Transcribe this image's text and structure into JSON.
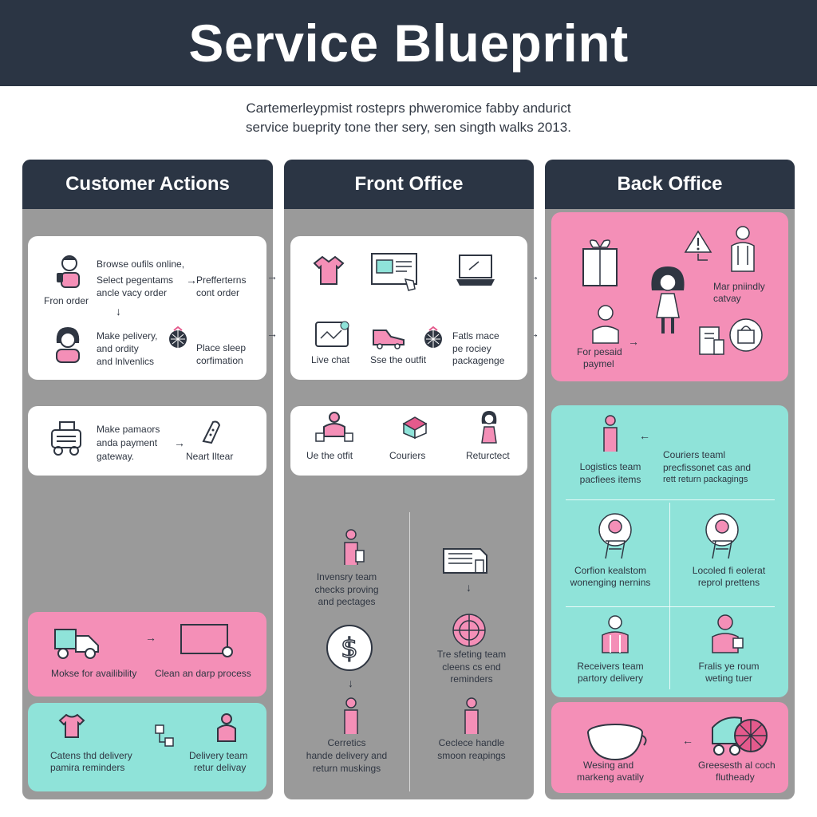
{
  "header": {
    "title": "Service Blueprint"
  },
  "subtitle": {
    "line1": "Cartemerleypmist rosteprs phweromice fabby andurict",
    "line2": "service bueprity tone ther sery, sen singth walks 2013."
  },
  "lanes": [
    {
      "title": "Customer Actions"
    },
    {
      "title": "Front Office"
    },
    {
      "title": "Back Office"
    }
  ],
  "customer": {
    "card1": {
      "browse": "Browse oufils online,",
      "select": "Select pegentams",
      "vacy": "ancle vacy order",
      "prefer": "Prefferterns",
      "cont": "cont order",
      "fron": "Fron order",
      "delivery1": "Make pelivery,",
      "delivery2": "and ordity",
      "delivery3": "and lnlvenlics",
      "place1": "Place sleep",
      "place2": "corfimation"
    },
    "card2": {
      "pay1": "Make pamaors",
      "pay2": "anda payment",
      "pay3": "gateway.",
      "neart": "Neart Iltear"
    },
    "card3": {
      "avail": "Mokse for availibility",
      "clean": "Clean an darp process"
    },
    "card4": {
      "caten1": "Catens thd delivery",
      "caten2": "pamira reminders",
      "deliv1": "Delivery team",
      "deliv2": "retur delivay"
    }
  },
  "front": {
    "card1": {
      "live": "Live chat",
      "see": "Sse the outfit",
      "fatls1": "Fatls mace",
      "fatls2": "pe rociey",
      "fatls3": "packagenge"
    },
    "card2": {
      "ue": "Ue the otfit",
      "couriers": "Couriers",
      "return": "Returctect"
    },
    "lower": {
      "inv1": "Invensry team",
      "inv2": "checks proving",
      "inv3": "and pectages",
      "cer1": "Cerretics",
      "cer2": "hande delivery and",
      "cer3": "return muskings",
      "tre1": "Tre sfeting team",
      "tre2": "cleens cs end",
      "tre3": "reminders",
      "cel1": "Ceclece handle",
      "cel2": "smoon reapings"
    }
  },
  "back": {
    "card1": {
      "mar1": "Mar pniindly",
      "mar2": "catvay",
      "pay1": "For pesaid",
      "pay2": "paymel"
    },
    "card2": {
      "log1": "Logistics team",
      "log2": "pacfiees items",
      "cou1": "Couriers teaml",
      "cou2": "precfissonet cas and",
      "cou3": "rett return packagings",
      "con1": "Corfion kealstom",
      "con2": "wonenging nernins",
      "loc1": "Locoled fi eolerat",
      "loc2": "reprol prettens",
      "rec1": "Receivers team",
      "rec2": "partory delivery",
      "fra1": "Fralis ye roum",
      "fra2": "weting tuer"
    },
    "card3": {
      "wes1": "Wesing and",
      "wes2": "markeng avatily",
      "gre1": "Greesesth al coch",
      "gre2": "flutheady"
    }
  },
  "colors": {
    "header": "#2b3544",
    "lane": "#9a9a9a",
    "pink": "#f48fb7",
    "mint": "#8fe3d9",
    "white": "#ffffff"
  }
}
